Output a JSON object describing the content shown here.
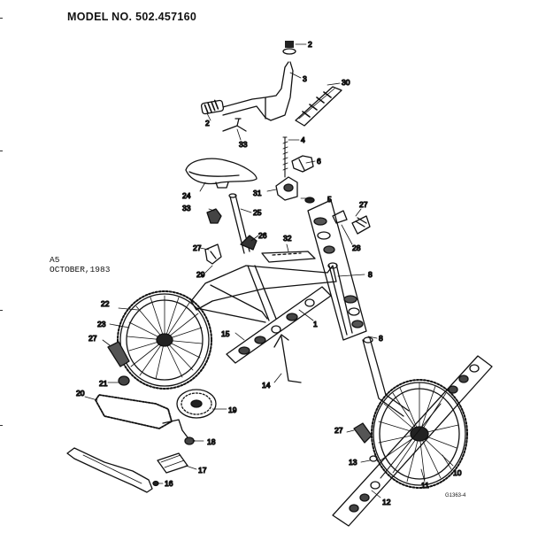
{
  "header": {
    "model_label": "MODEL NO. 502.457160"
  },
  "side_notes": {
    "sheet": "A5",
    "date": "OCTOBER,1983"
  },
  "footer": {
    "drawing_code": "G1363-4"
  },
  "callouts": {
    "c2a": "2",
    "c3": "3",
    "c30": "30",
    "c2b": "2",
    "c33a": "33",
    "c4": "4",
    "c6": "6",
    "c24": "24",
    "c31": "31",
    "c5": "5",
    "c33b": "33",
    "c25": "25",
    "c27a": "27",
    "c28": "28",
    "c27b": "27",
    "c26": "26",
    "c32": "32",
    "c29": "29",
    "c8a": "8",
    "c22": "22",
    "c1": "1",
    "c23": "23",
    "c15": "15",
    "c8b": "8",
    "c27c": "27",
    "c14": "14",
    "c21": "21",
    "c20": "20",
    "c19": "19",
    "c27d": "27",
    "c18a": "18",
    "c17": "17",
    "c13": "13",
    "c10": "10",
    "c16": "16",
    "c11": "11",
    "c12": "12"
  }
}
